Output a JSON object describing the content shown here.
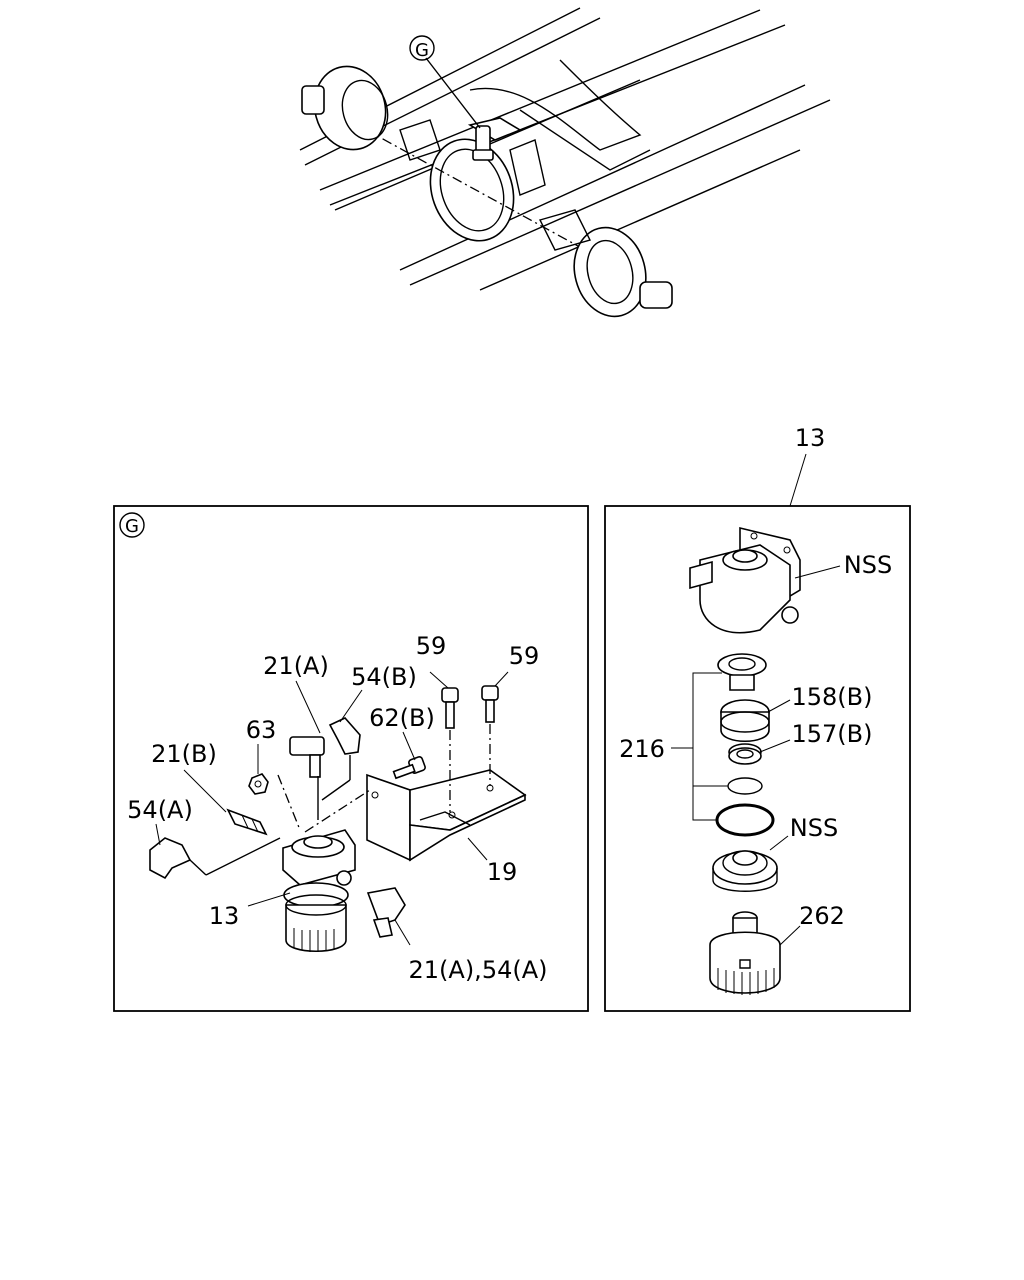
{
  "callout_letter": "G",
  "detail_g": {
    "marker": "G",
    "labels": {
      "bolt_59_a": "59",
      "bolt_59_b": "59",
      "fitting_21a": "21(A)",
      "elbow_54b": "54(B)",
      "bolt_62b": "62(B)",
      "nut_63": "63",
      "fitting_21b": "21(B)",
      "elbow_54a": "54(A)",
      "bracket_19": "19",
      "filter_13": "13",
      "combo_21a_54a": "21(A),54(A)"
    }
  },
  "detail_13": {
    "ref": "13",
    "labels": {
      "head_nss": "NSS",
      "seal_158b": "158(B)",
      "kit_216": "216",
      "seal_157b": "157(B)",
      "element_nss": "NSS",
      "bowl_262": "262"
    }
  }
}
